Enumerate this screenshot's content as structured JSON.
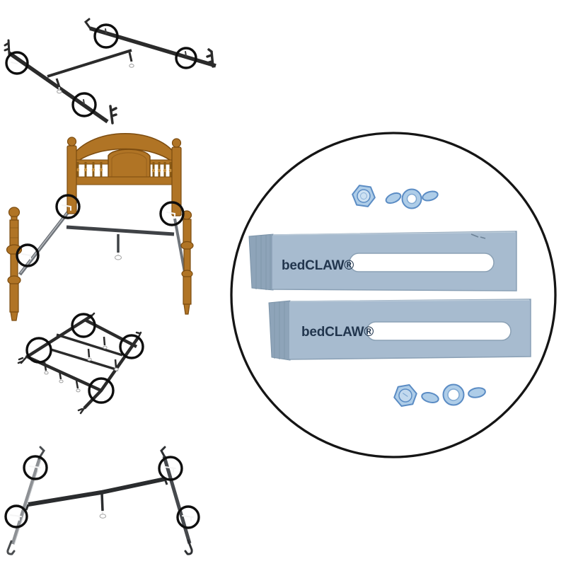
{
  "page": {
    "background": "#ffffff",
    "kind": "product-installation-illustration"
  },
  "brand": {
    "logo_text": "bedCLAW®"
  },
  "magnifier": {
    "plate_top_label": "bedCLAW®",
    "plate_bottom_label": "bedCLAW®",
    "parts": [
      "hex-nut",
      "wing-nut",
      "slotted-bracket-plate",
      "slotted-bracket-plate",
      "hex-nut",
      "wing-nut"
    ]
  },
  "figures": [
    {
      "name": "hook-on-bed-rails-pair",
      "callout_circles": 4
    },
    {
      "name": "wooden-bed-frame-with-side-rails",
      "callout_circles": 3
    },
    {
      "name": "bolt-on-metal-bed-frame",
      "callout_circles": 4
    },
    {
      "name": "bed-rails-with-center-support",
      "callout_circles": 4
    }
  ],
  "total_callout_circles": 15,
  "colors": {
    "page_bg": "#ffffff",
    "callout_ring": "#0e0e0e",
    "magnifier_ring": "#151515",
    "rail_dark": "#2b2b2b",
    "rail_mid": "#46494d",
    "rail_light": "#8d9094",
    "rail_steel": "#6f747a",
    "crossbar_dark": "#3f4246",
    "wood": "#b07425",
    "wood_shadow": "#7c4c10",
    "wood_highlight": "#c8913f",
    "plate_fill": "#a7bbcf",
    "plate_flange": "#8ea4b9",
    "plate_edge": "#8aa0b5",
    "plate_logo": "#22364e",
    "slot_fill": "#ffffff",
    "nut_fill": "#aecde8",
    "nut_inner": "#cde1f2",
    "nut_edge": "#5b8cc4",
    "nut_hole": "#ffffff",
    "foot_white": "#ffffff"
  }
}
